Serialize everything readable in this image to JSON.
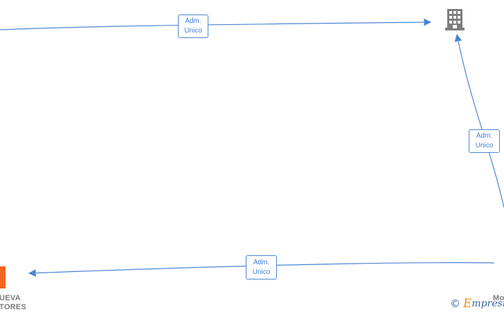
{
  "nodes": {
    "company_top": {
      "label": "",
      "icon": "building-icon",
      "color": "#7d7d7d"
    },
    "company_bottom_left": {
      "label_line1": "UEVA",
      "label_line2": "TORES",
      "icon": "building-icon",
      "color": "#f26522"
    },
    "person_right": {
      "label": "Mo"
    }
  },
  "edges": [
    {
      "label_line1": "Adm.",
      "label_line2": "Unico"
    },
    {
      "label_line1": "Adm.",
      "label_line2": "Unico"
    },
    {
      "label_line1": "Adm.",
      "label_line2": "Unico"
    }
  ],
  "colors": {
    "edge": "#4a86d4",
    "edge_text": "#3b7dd8",
    "node_text": "#7a7a7a"
  },
  "watermark": {
    "copyright": "©",
    "brand_initial": "E",
    "brand_rest": "mpresia"
  }
}
